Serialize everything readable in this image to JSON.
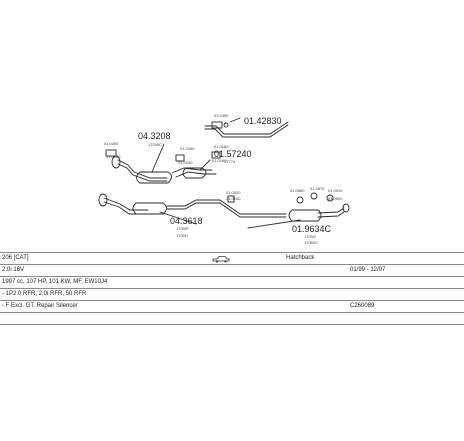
{
  "diagram": {
    "parts": {
      "p1": {
        "code": "01.42830",
        "refs": [
          "03.0350"
        ]
      },
      "p2": {
        "code": "04.3208",
        "refs": [
          "01.0260",
          "17095C"
        ]
      },
      "p3": {
        "code": "01.57240",
        "refs": [
          "01.0160",
          "01.0160",
          "17774"
        ]
      },
      "p4": {
        "code": "04.3618",
        "refs": [
          "1705/P",
          "1705H"
        ]
      },
      "p5": {
        "code": "01.9634C",
        "refs": [
          "01.0880",
          "01.0870",
          "01.0910",
          "01.0500",
          "1709/2",
          "17083C"
        ]
      }
    },
    "small_labels": {
      "l_a": "01.0260",
      "l_b": "01.0160",
      "l_c": "01.0160",
      "l_d": "01.0160",
      "l_e": "01.0500"
    }
  },
  "info": {
    "model": "206 [CAT]",
    "body": "Hatchback",
    "engine": "2.0i 16V",
    "years": "01/99 - 12/07",
    "specs": "1997 cc, 107 HP, 101 KW, MF, EW10J4",
    "codes": "- 1P2.0 RFR, 2.0i RFR, 50 RFR",
    "note": "- F Excl. GT. Repair Silencer",
    "catalog": "C260089"
  },
  "colors": {
    "line": "#2a2a2a",
    "rule": "#8c8c8c"
  }
}
